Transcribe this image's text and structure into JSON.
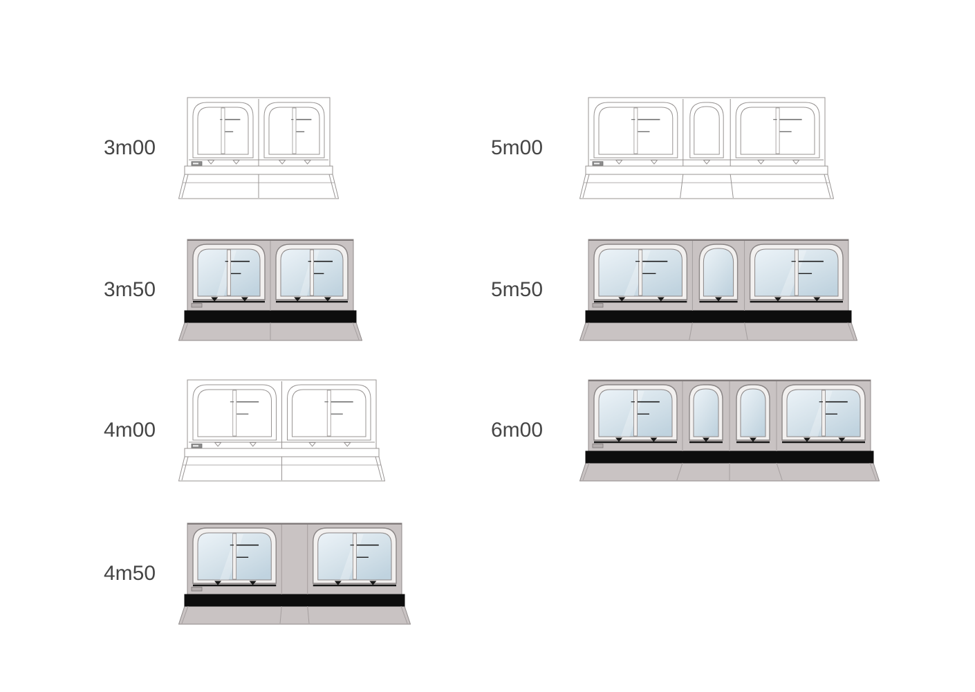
{
  "colors": {
    "background": "#ffffff",
    "label_text": "#454545",
    "outline_stroke": "#979392",
    "fabric": "#c9c3c3",
    "fabric_edge": "#8f8a8a",
    "fabric_top_edge": "#7d7878",
    "seam": "#a59f9f",
    "stripe_black": "#0d0d0d",
    "frame_fill": "#f2f0ef",
    "frame_stroke": "#8a8585",
    "glass_light": "#ecf3f8",
    "glass_mid": "#d5e2ea",
    "glass_dark": "#c0d3df",
    "detail_dark": "#1c1c1c",
    "sill_black": "#161616"
  },
  "awnings": [
    {
      "id": "3m00",
      "label": "3m00",
      "style": "outline",
      "sections": [
        "large",
        "large"
      ],
      "base_width": 232,
      "column": "left",
      "row": 0
    },
    {
      "id": "3m50",
      "label": "3m50",
      "style": "filled",
      "sections": [
        "large",
        "large"
      ],
      "base_width": 266,
      "column": "left",
      "row": 1
    },
    {
      "id": "4m00",
      "label": "4m00",
      "style": "outline",
      "sections": [
        "large",
        "large"
      ],
      "base_width": 299,
      "column": "left",
      "row": 2
    },
    {
      "id": "4m50",
      "label": "4m50",
      "style": "filled",
      "sections": [
        "large",
        "gap",
        "large"
      ],
      "base_width": 336,
      "column": "left",
      "row": 3
    },
    {
      "id": "5m00",
      "label": "5m00",
      "style": "outline",
      "sections": [
        "large",
        "narrow",
        "large"
      ],
      "base_width": 368,
      "column": "right",
      "row": 0
    },
    {
      "id": "5m50",
      "label": "5m50",
      "style": "filled",
      "sections": [
        "large",
        "narrow",
        "large"
      ],
      "base_width": 402,
      "column": "right",
      "row": 1
    },
    {
      "id": "6m00",
      "label": "6m00",
      "style": "filled",
      "sections": [
        "large",
        "narrow",
        "narrow",
        "large"
      ],
      "base_width": 434,
      "column": "right",
      "row": 2
    }
  ]
}
